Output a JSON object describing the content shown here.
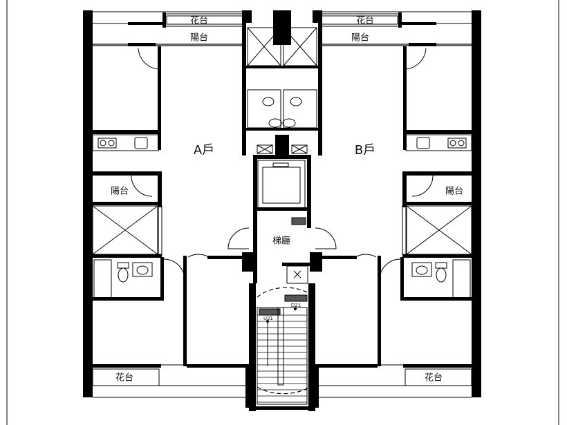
{
  "plan": {
    "unit_a_label": "A戶",
    "unit_b_label": "B戶",
    "elevator_lobby_label": "梯廳",
    "planter_labels": [
      "花台",
      "花台",
      "花台",
      "花台"
    ],
    "balcony_labels": [
      "陽台",
      "陽台",
      "陽台",
      "陽台"
    ],
    "stair_up_label": "U21",
    "stair_down_label": "D21"
  }
}
